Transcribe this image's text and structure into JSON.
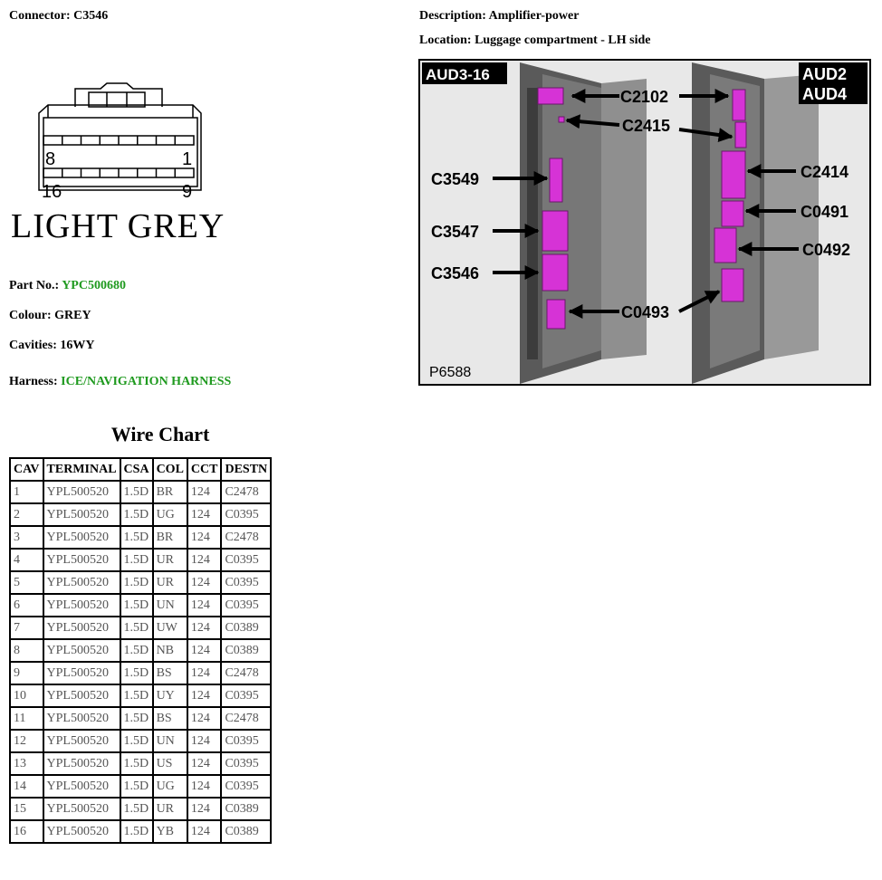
{
  "connector": {
    "label": "Connector:",
    "value": "C3546"
  },
  "description": {
    "label": "Description:",
    "value": "Amplifier-power"
  },
  "location": {
    "label": "Location:",
    "value": "Luggage compartment - LH side"
  },
  "diagram": {
    "pin_top_left": "8",
    "pin_top_right": "1",
    "pin_bottom_left": "16",
    "pin_bottom_right": "9",
    "colour_text": "LIGHT GREY"
  },
  "part_no": {
    "label": "Part No.:",
    "value": "YPC500680"
  },
  "colour": {
    "label": "Colour:",
    "value": "GREY"
  },
  "cavities": {
    "label": "Cavities:",
    "value": "16WY"
  },
  "harness": {
    "label": "Harness:",
    "value": "ICE/NAVIGATION HARNESS"
  },
  "photo": {
    "tag_left": "AUD3-16",
    "tag_right_1": "AUD2",
    "tag_right_2": "AUD4",
    "ref": "P6588",
    "callouts": [
      "C2102",
      "C2415",
      "C3549",
      "C2414",
      "C0491",
      "C3547",
      "C0492",
      "C3546",
      "C0493"
    ],
    "accent_color": "#d633d6"
  },
  "wire_chart": {
    "title": "Wire Chart",
    "headers": [
      "CAV",
      "TERMINAL",
      "CSA",
      "COL",
      "CCT",
      "DESTN"
    ],
    "rows": [
      [
        "1",
        "YPL500520",
        "1.5D",
        "BR",
        "124",
        "C2478"
      ],
      [
        "2",
        "YPL500520",
        "1.5D",
        "UG",
        "124",
        "C0395"
      ],
      [
        "3",
        "YPL500520",
        "1.5D",
        "BR",
        "124",
        "C2478"
      ],
      [
        "4",
        "YPL500520",
        "1.5D",
        "UR",
        "124",
        "C0395"
      ],
      [
        "5",
        "YPL500520",
        "1.5D",
        "UR",
        "124",
        "C0395"
      ],
      [
        "6",
        "YPL500520",
        "1.5D",
        "UN",
        "124",
        "C0395"
      ],
      [
        "7",
        "YPL500520",
        "1.5D",
        "UW",
        "124",
        "C0389"
      ],
      [
        "8",
        "YPL500520",
        "1.5D",
        "NB",
        "124",
        "C0389"
      ],
      [
        "9",
        "YPL500520",
        "1.5D",
        "BS",
        "124",
        "C2478"
      ],
      [
        "10",
        "YPL500520",
        "1.5D",
        "UY",
        "124",
        "C0395"
      ],
      [
        "11",
        "YPL500520",
        "1.5D",
        "BS",
        "124",
        "C2478"
      ],
      [
        "12",
        "YPL500520",
        "1.5D",
        "UN",
        "124",
        "C0395"
      ],
      [
        "13",
        "YPL500520",
        "1.5D",
        "US",
        "124",
        "C0395"
      ],
      [
        "14",
        "YPL500520",
        "1.5D",
        "UG",
        "124",
        "C0395"
      ],
      [
        "15",
        "YPL500520",
        "1.5D",
        "UR",
        "124",
        "C0389"
      ],
      [
        "16",
        "YPL500520",
        "1.5D",
        "YB",
        "124",
        "C0389"
      ]
    ]
  }
}
